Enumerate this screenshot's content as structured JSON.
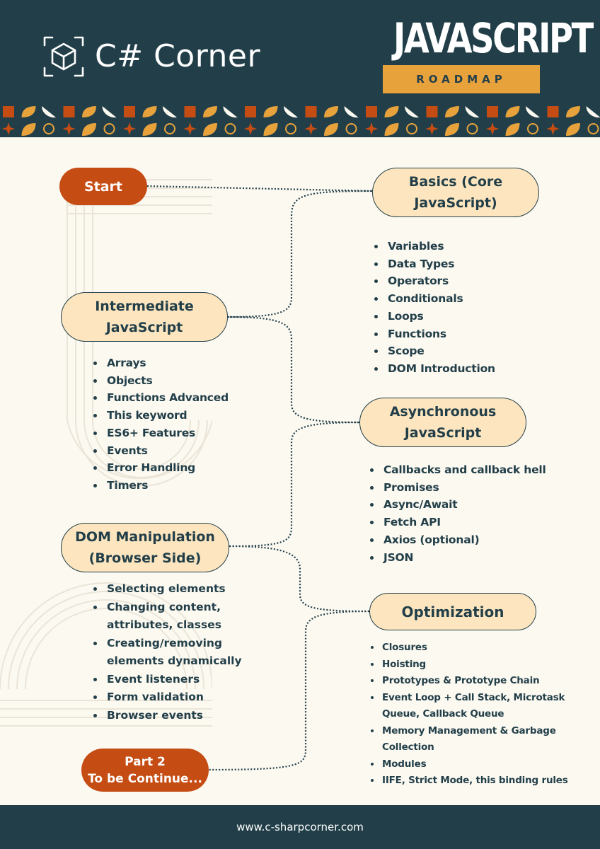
{
  "header": {
    "brand": "C# Corner",
    "title": "JAVASCRIPT",
    "subtitle": "ROADMAP"
  },
  "nodes": {
    "start": "Start",
    "basics": "Basics (Core\nJavaScript)",
    "intermediate": "Intermediate\nJavaScript",
    "async": "Asynchronous\nJavaScript",
    "dom": "DOM Manipulation\n(Browser Side)",
    "optimization": "Optimization",
    "part2": "Part 2\nTo be Continue..."
  },
  "lists": {
    "basics": [
      "Variables",
      "Data Types",
      "Operators",
      "Conditionals",
      "Loops",
      "Functions",
      "Scope",
      "DOM Introduction"
    ],
    "intermediate": [
      "Arrays",
      "Objects",
      "Functions Advanced",
      "This keyword",
      "ES6+ Features",
      "Events",
      "Error Handling",
      "Timers"
    ],
    "async": [
      "Callbacks and callback hell",
      "Promises",
      "Async/Await",
      "Fetch API",
      "Axios (optional)",
      "JSON"
    ],
    "dom": [
      "Selecting elements",
      "Changing content, attributes, classes",
      "Creating/removing elements dynamically",
      "Event listeners",
      "Form validation",
      "Browser events"
    ],
    "optimization": [
      "Closures",
      "Hoisting",
      "Prototypes & Prototype Chain",
      "Event Loop + Call Stack, Microtask Queue, Callback Queue",
      "Memory Management & Garbage Collection",
      "Modules",
      "IIFE, Strict Mode, this binding rules"
    ]
  },
  "footer": {
    "url": "www.c-sharpcorner.com"
  },
  "colors": {
    "navy": "#223f49",
    "cream": "#fcf9f1",
    "pill": "#fde6bf",
    "orange": "#c54c12",
    "gold": "#e8a23c"
  }
}
